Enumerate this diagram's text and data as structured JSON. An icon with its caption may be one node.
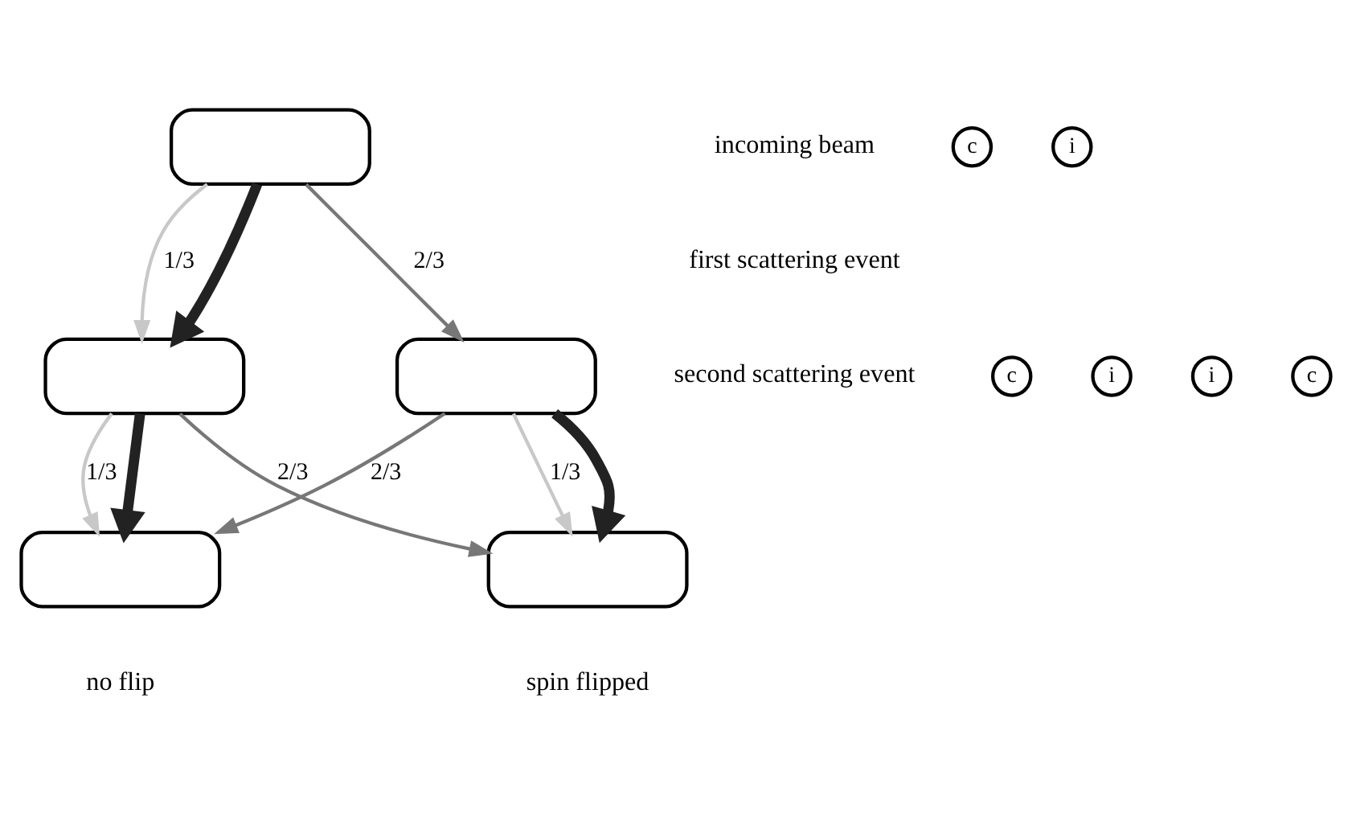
{
  "diagram": {
    "nodes": [
      {
        "text": [],
        "shape": "box"
      },
      {
        "text": [],
        "shape": "box"
      },
      {
        "text": [],
        "shape": "box"
      },
      {
        "text": [],
        "shape": "box",
        "beside": [
          "no flip"
        ]
      },
      {
        "text": [],
        "shape": "box",
        "beside": [
          "spin flipped"
        ]
      }
    ],
    "edges": [
      {
        "from": 0,
        "to": 1,
        "arrow": "to",
        "style": "thick",
        "color": "#222222"
      },
      {
        "from": 0,
        "to": 1,
        "arrow": "to",
        "label": "1/3",
        "color": "#c8c8c8"
      },
      {
        "from": 0,
        "to": 2,
        "arrow": "to",
        "label": "2/3",
        "color": "#777777"
      },
      {
        "from": 1,
        "to": 3,
        "arrow": "to",
        "style": "thick",
        "color": "#222222"
      },
      {
        "from": 1,
        "to": 3,
        "arrow": "to",
        "label": "1/3",
        "color": "#c8c8c8"
      },
      {
        "from": 1,
        "to": 4,
        "arrow": "to",
        "label": "2/3",
        "color": "#777777"
      },
      {
        "from": 2,
        "to": 3,
        "arrow": "to",
        "label": "2/3",
        "color": "#777777"
      },
      {
        "from": 2,
        "to": 4,
        "arrow": "to",
        "label": "1/3",
        "color": "#c8c8c8"
      },
      {
        "from": 2,
        "to": 4,
        "arrow": "to",
        "style": "thick",
        "color": "#222222"
      }
    ],
    "labels": [
      "incoming beam",
      "c",
      "i",
      "first scattering event",
      "c",
      "i",
      "i",
      "c",
      "second scattering event"
    ]
  }
}
